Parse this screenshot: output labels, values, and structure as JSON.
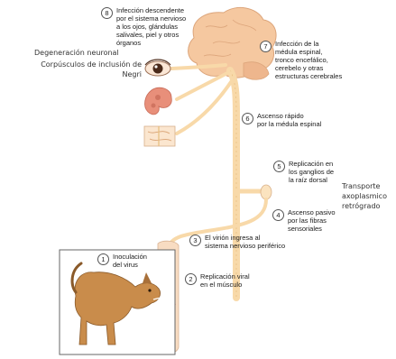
{
  "colors": {
    "nerve": "#f8d9a9",
    "nerve_edge": "#e7bd7f",
    "brain": "#f5c8a0",
    "brain_edge": "#dca57b",
    "organ": "#e88f7a",
    "dog": "#c98c4b",
    "muscle": "#e2706a"
  },
  "left_labels": {
    "degeneration": "Degeneración neuronal",
    "inclusion": "Corpúsculos de inclusión de\nNegri"
  },
  "right_label": "Transporte\naxoplasmico\nretrógrado",
  "steps": [
    {
      "num": "1",
      "text": "Inoculación\ndel virus"
    },
    {
      "num": "2",
      "text": "Replicación viral\nen el músculo"
    },
    {
      "num": "3",
      "text": "El virión ingresa al\nsistema nervioso periférico"
    },
    {
      "num": "4",
      "text": "Ascenso pasivo\npor las fibras\nsensoriales"
    },
    {
      "num": "5",
      "text": "Replicación en\nlos ganglios de\nla raíz dorsal"
    },
    {
      "num": "6",
      "text": "Ascenso rápido\npor la médula espinal"
    },
    {
      "num": "7",
      "text": "Infección de la\nmédula espinal,\ntronco encefálico,\ncerebelo y otras\nestructuras cerebrales"
    },
    {
      "num": "8",
      "text": "Infección descendente\npor el sistema nervioso\na los ojos, glándulas\nsalivales, piel y otros\nórganos"
    }
  ]
}
